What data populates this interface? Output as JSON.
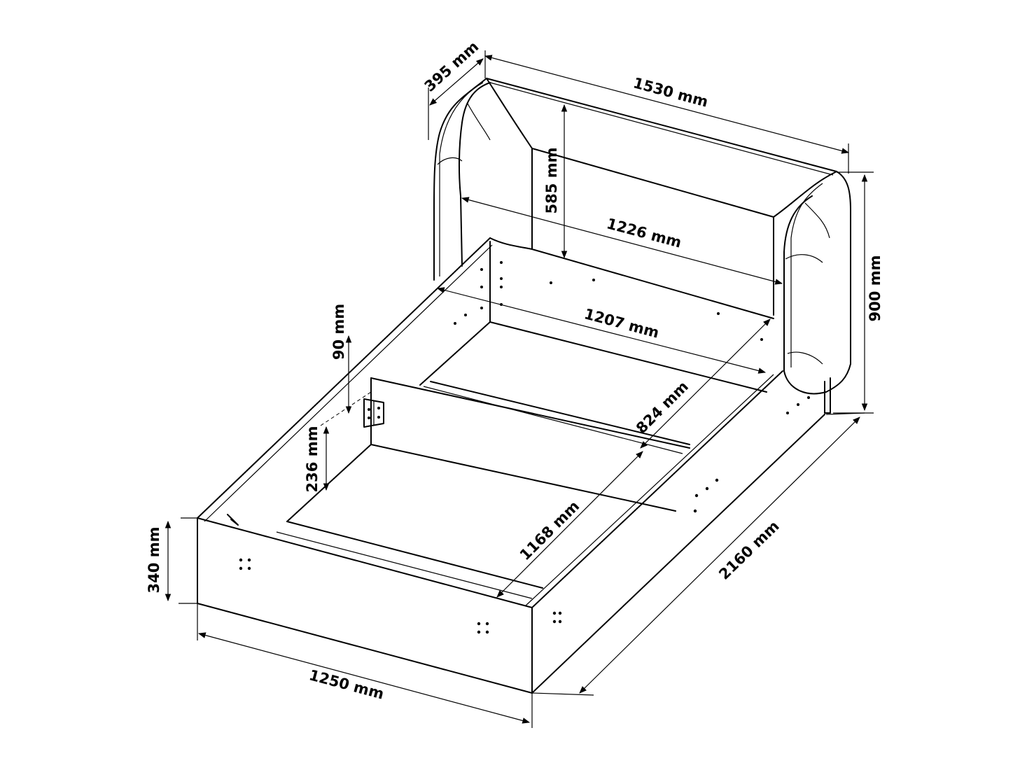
{
  "title": "Bed frame dimension drawing",
  "colors": {
    "line": "#000000",
    "background": "#ffffff"
  },
  "dimensions": {
    "headboard_depth": "395 mm",
    "headboard_width": "1530 mm",
    "headboard_panel_height": "585 mm",
    "headboard_inner_width": "1226 mm",
    "headboard_height": "900 mm",
    "frame_inner_width": "1207 mm",
    "top_offset": "90 mm",
    "storage_length": "824 mm",
    "storage_depth": "236 mm",
    "front_storage_length": "1168 mm",
    "frame_height": "340 mm",
    "overall_length": "2160 mm",
    "overall_width": "1250 mm"
  }
}
